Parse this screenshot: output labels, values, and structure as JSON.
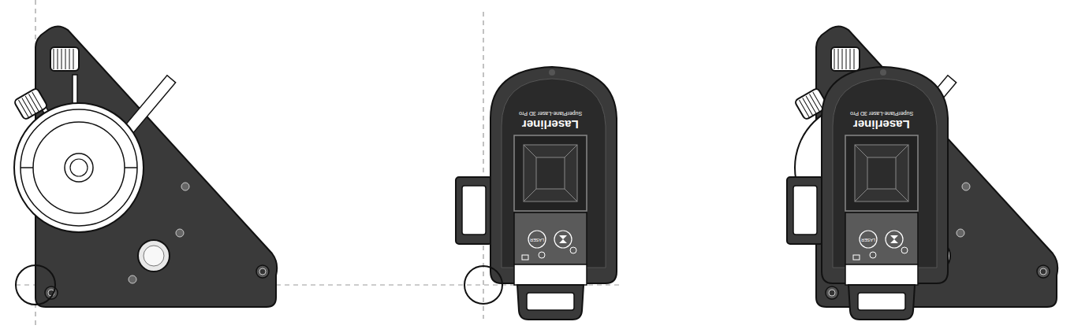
{
  "diagram": {
    "labels": [
      "SuperPlane-Laser 3D Pro",
      "Laserliner",
      "LASER",
      "SuperPlane-Laser 3D Pro",
      "Laserliner",
      "LASER"
    ]
  }
}
